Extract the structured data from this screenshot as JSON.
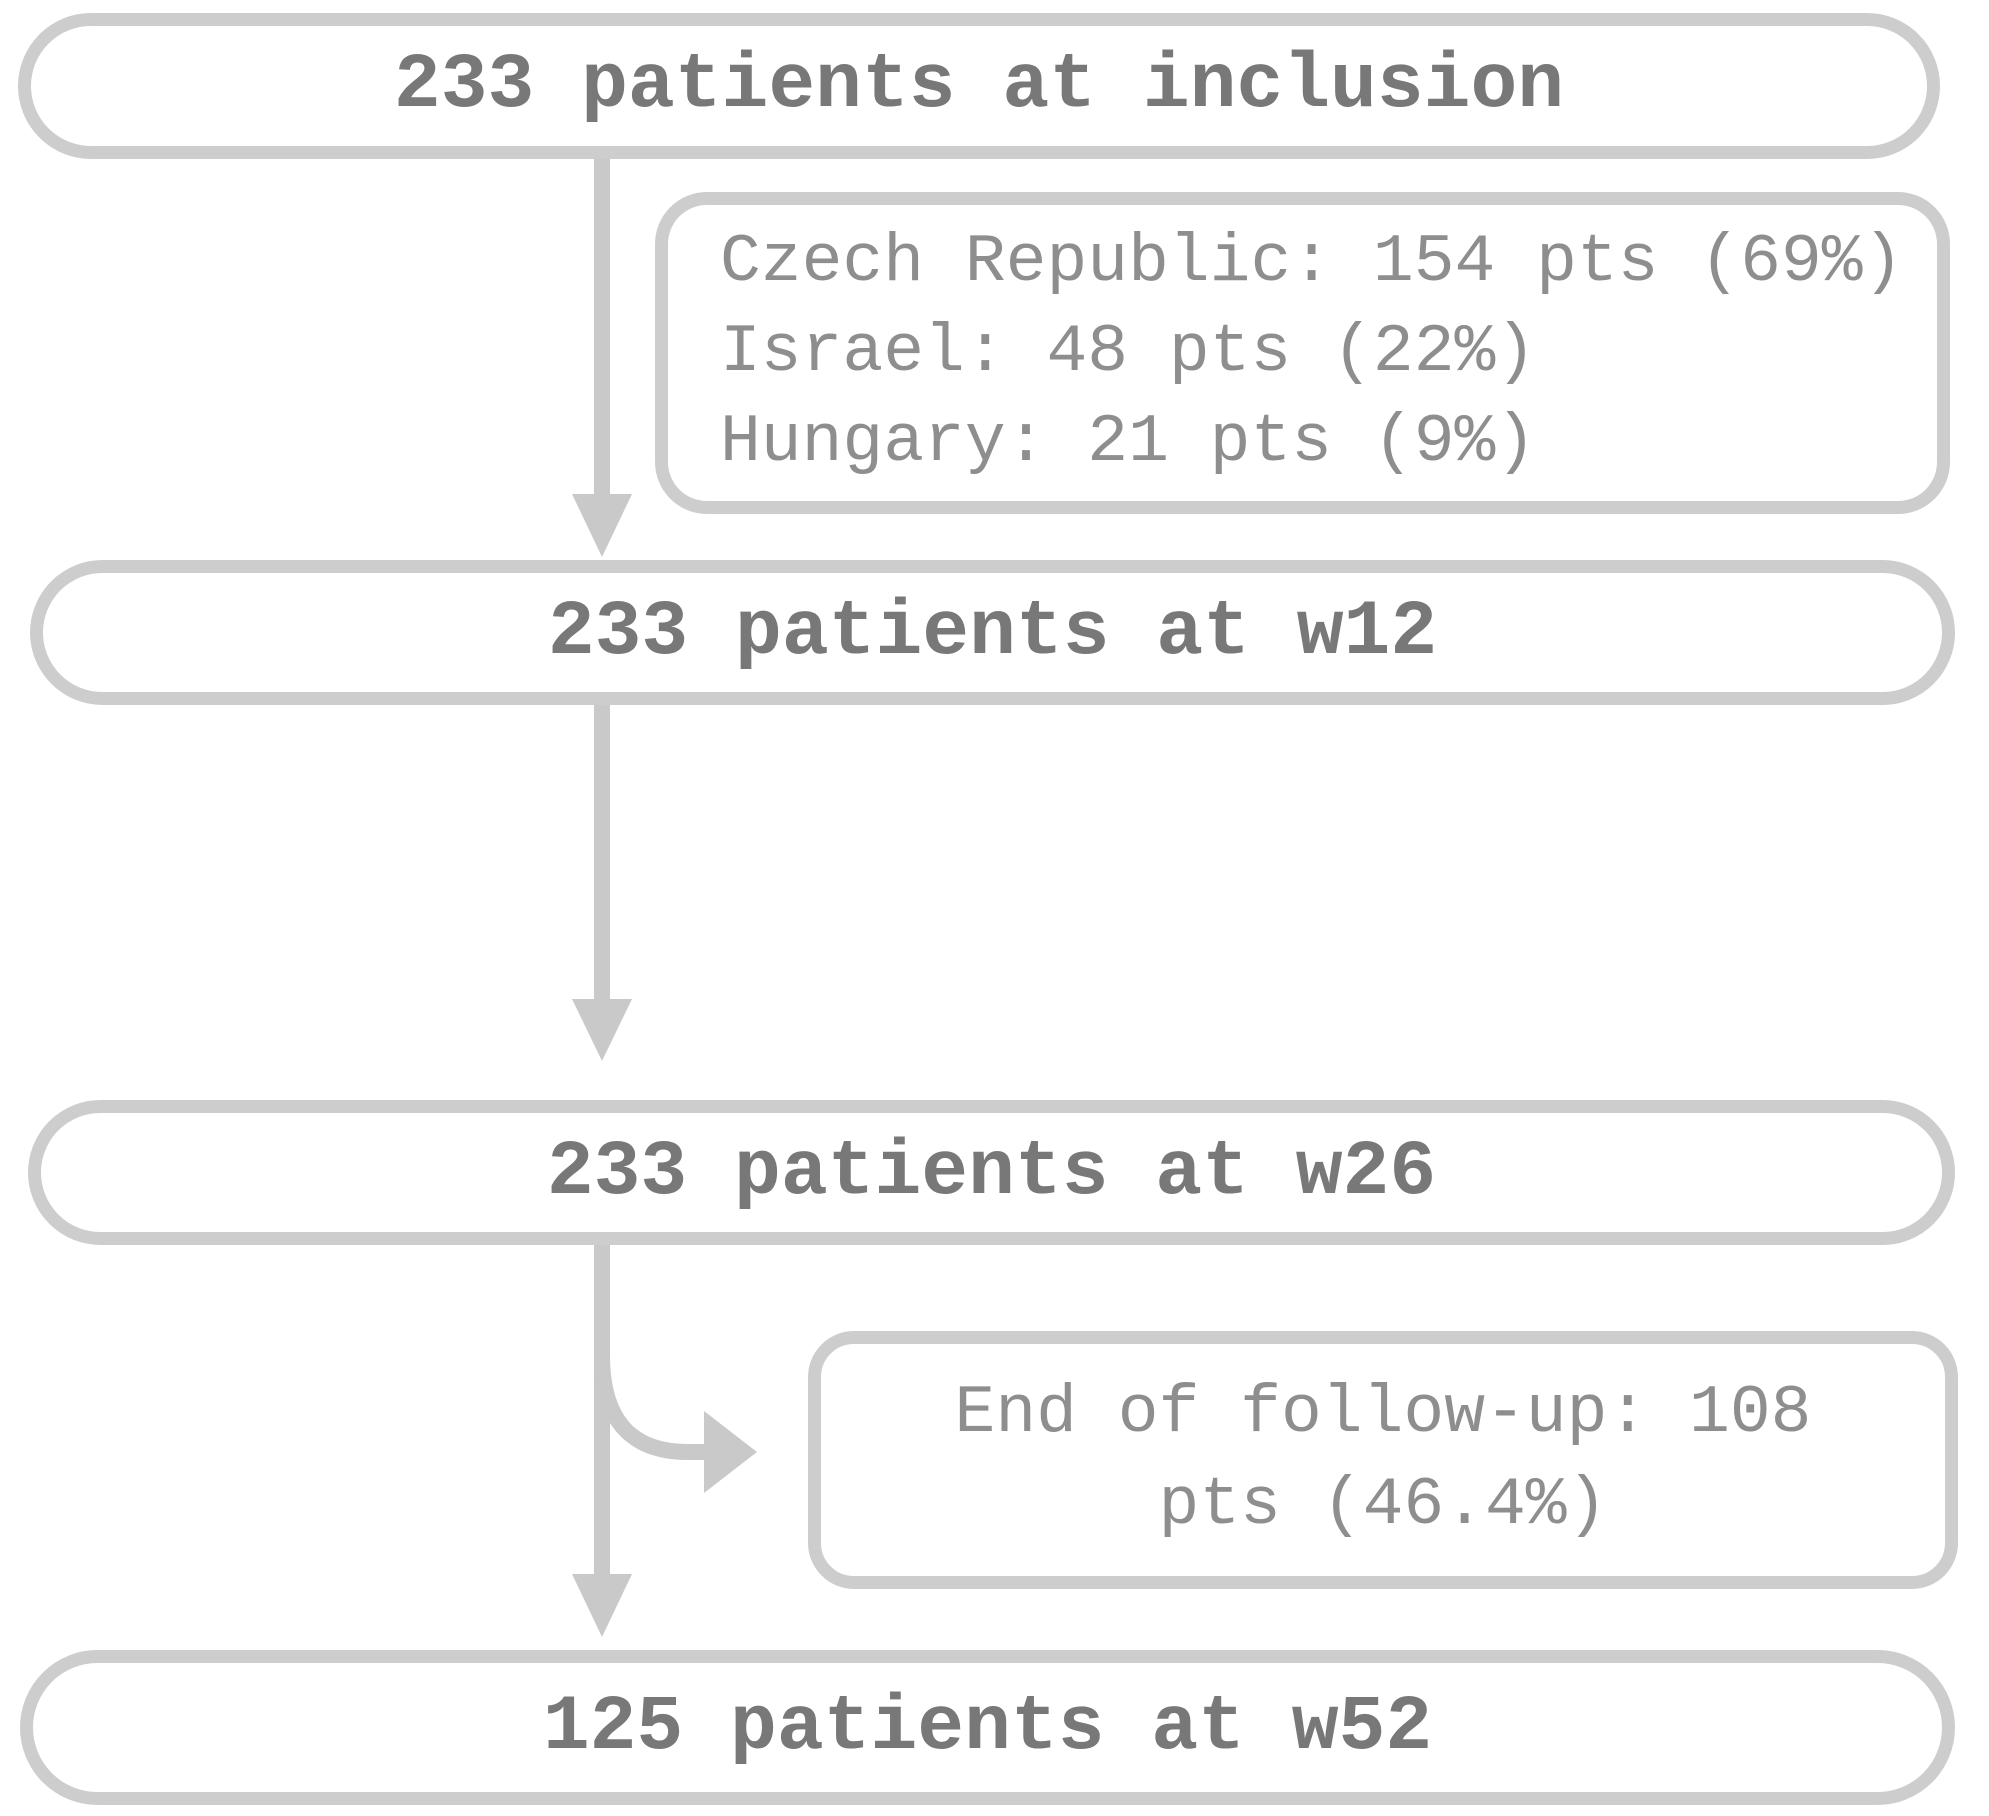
{
  "figure": {
    "type": "patient-flow-diagram",
    "colors": {
      "background": "#ffffff",
      "box_border": "#cdcdcd",
      "arrow": "#c9c9c9",
      "main_text": "#787878",
      "note_text": "#8e8e8e"
    },
    "nodes": {
      "inclusion": {
        "label": "233 patients at inclusion"
      },
      "w12": {
        "label": "233 patients at w12"
      },
      "w26": {
        "label": "233 patients at w26"
      },
      "w52": {
        "label": "125 patients at w52"
      }
    },
    "enrollment_breakdown": {
      "lines": [
        "Czech Republic: 154 pts (69%)",
        "Israel: 48 pts (22%)",
        "Hungary: 21 pts (9%)"
      ]
    },
    "followup_note": {
      "lines": [
        "End of follow-up: 108",
        "pts (46.4%)"
      ]
    }
  }
}
